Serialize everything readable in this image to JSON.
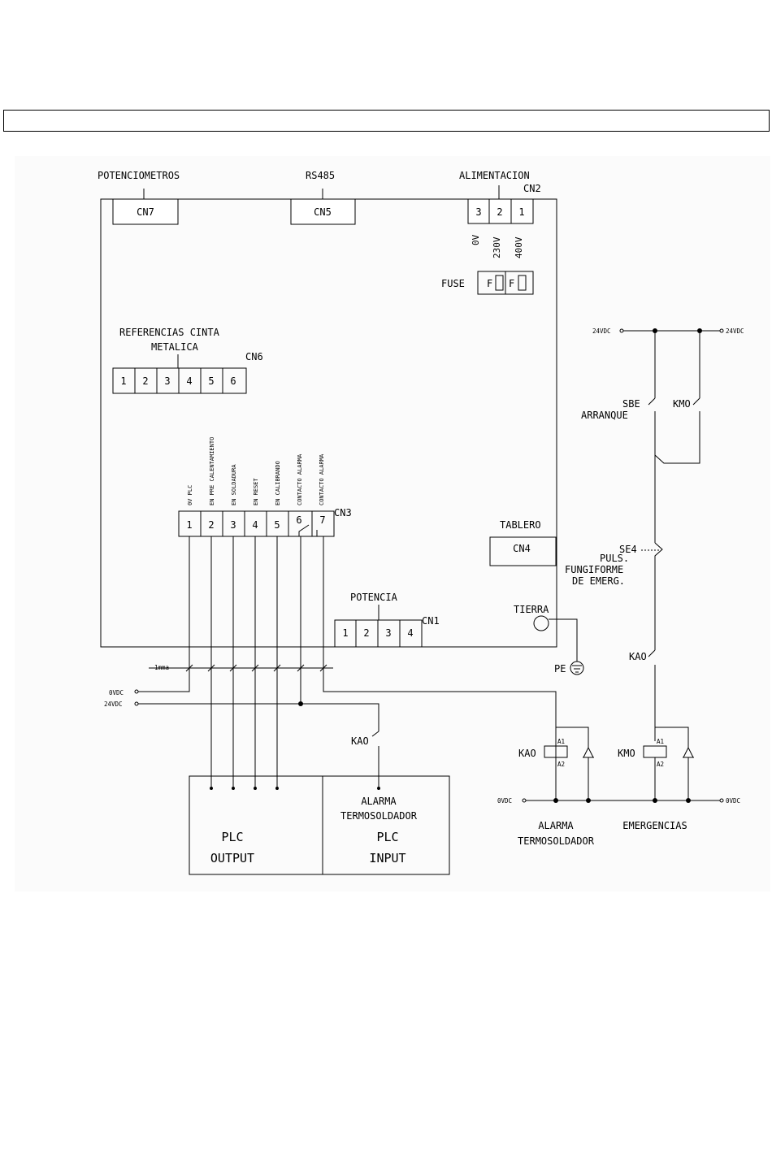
{
  "labels": {
    "potenciometros": "POTENCIOMETROS",
    "rs485": "RS485",
    "alimentacion": "ALIMENTACION",
    "cn2": "CN2",
    "cn7": "CN7",
    "cn5": "CN5",
    "cn6": "CN6",
    "cn3": "CN3",
    "cn4": "CN4",
    "cn1": "CN1",
    "v0": "0V",
    "v230": "230V",
    "v400": "400V",
    "fuse": "FUSE",
    "f": "F",
    "referencias_1": "REFERENCIAS CINTA",
    "referencias_2": "METALICA",
    "tablero": "TABLERO",
    "potencia": "POTENCIA",
    "tierra": "TIERRA",
    "pe": "PE",
    "mm1": "1mma",
    "vdc0": "0VDC",
    "vdc24": "24VDC",
    "kao": "KAO",
    "kmo": "KMO",
    "sbe": "SBE",
    "arranque": "ARRANQUE",
    "se4": "SE4",
    "puls1": "PULS.",
    "puls2": "FUNGIFORME",
    "puls3": "DE EMERG.",
    "a1": "A1",
    "a2": "A2",
    "alarma_1": "ALARMA",
    "alarma_2": "TERMOSOLDADOR",
    "emergencias": "EMERGENCIAS",
    "plc": "PLC",
    "output": "OUTPUT",
    "input": "INPUT",
    "alarma_term_1": "ALARMA",
    "alarma_term_2": "TERMOSOLDADOR"
  },
  "cn2_pins": [
    "3",
    "2",
    "1"
  ],
  "cn6_pins": [
    "1",
    "2",
    "3",
    "4",
    "5",
    "6"
  ],
  "cn3_pins": [
    "1",
    "2",
    "3",
    "4",
    "5",
    "6",
    "7"
  ],
  "cn1_pins": [
    "1",
    "2",
    "3",
    "4"
  ],
  "cn3_signals": [
    "0V PLC",
    "EN PRE CALENTAMIENTO",
    "EN SOLDADURA",
    "EN RESET",
    "EN CALIBRANDO",
    "CONTACTO ALARMA",
    "CONTACTO ALARMA"
  ]
}
